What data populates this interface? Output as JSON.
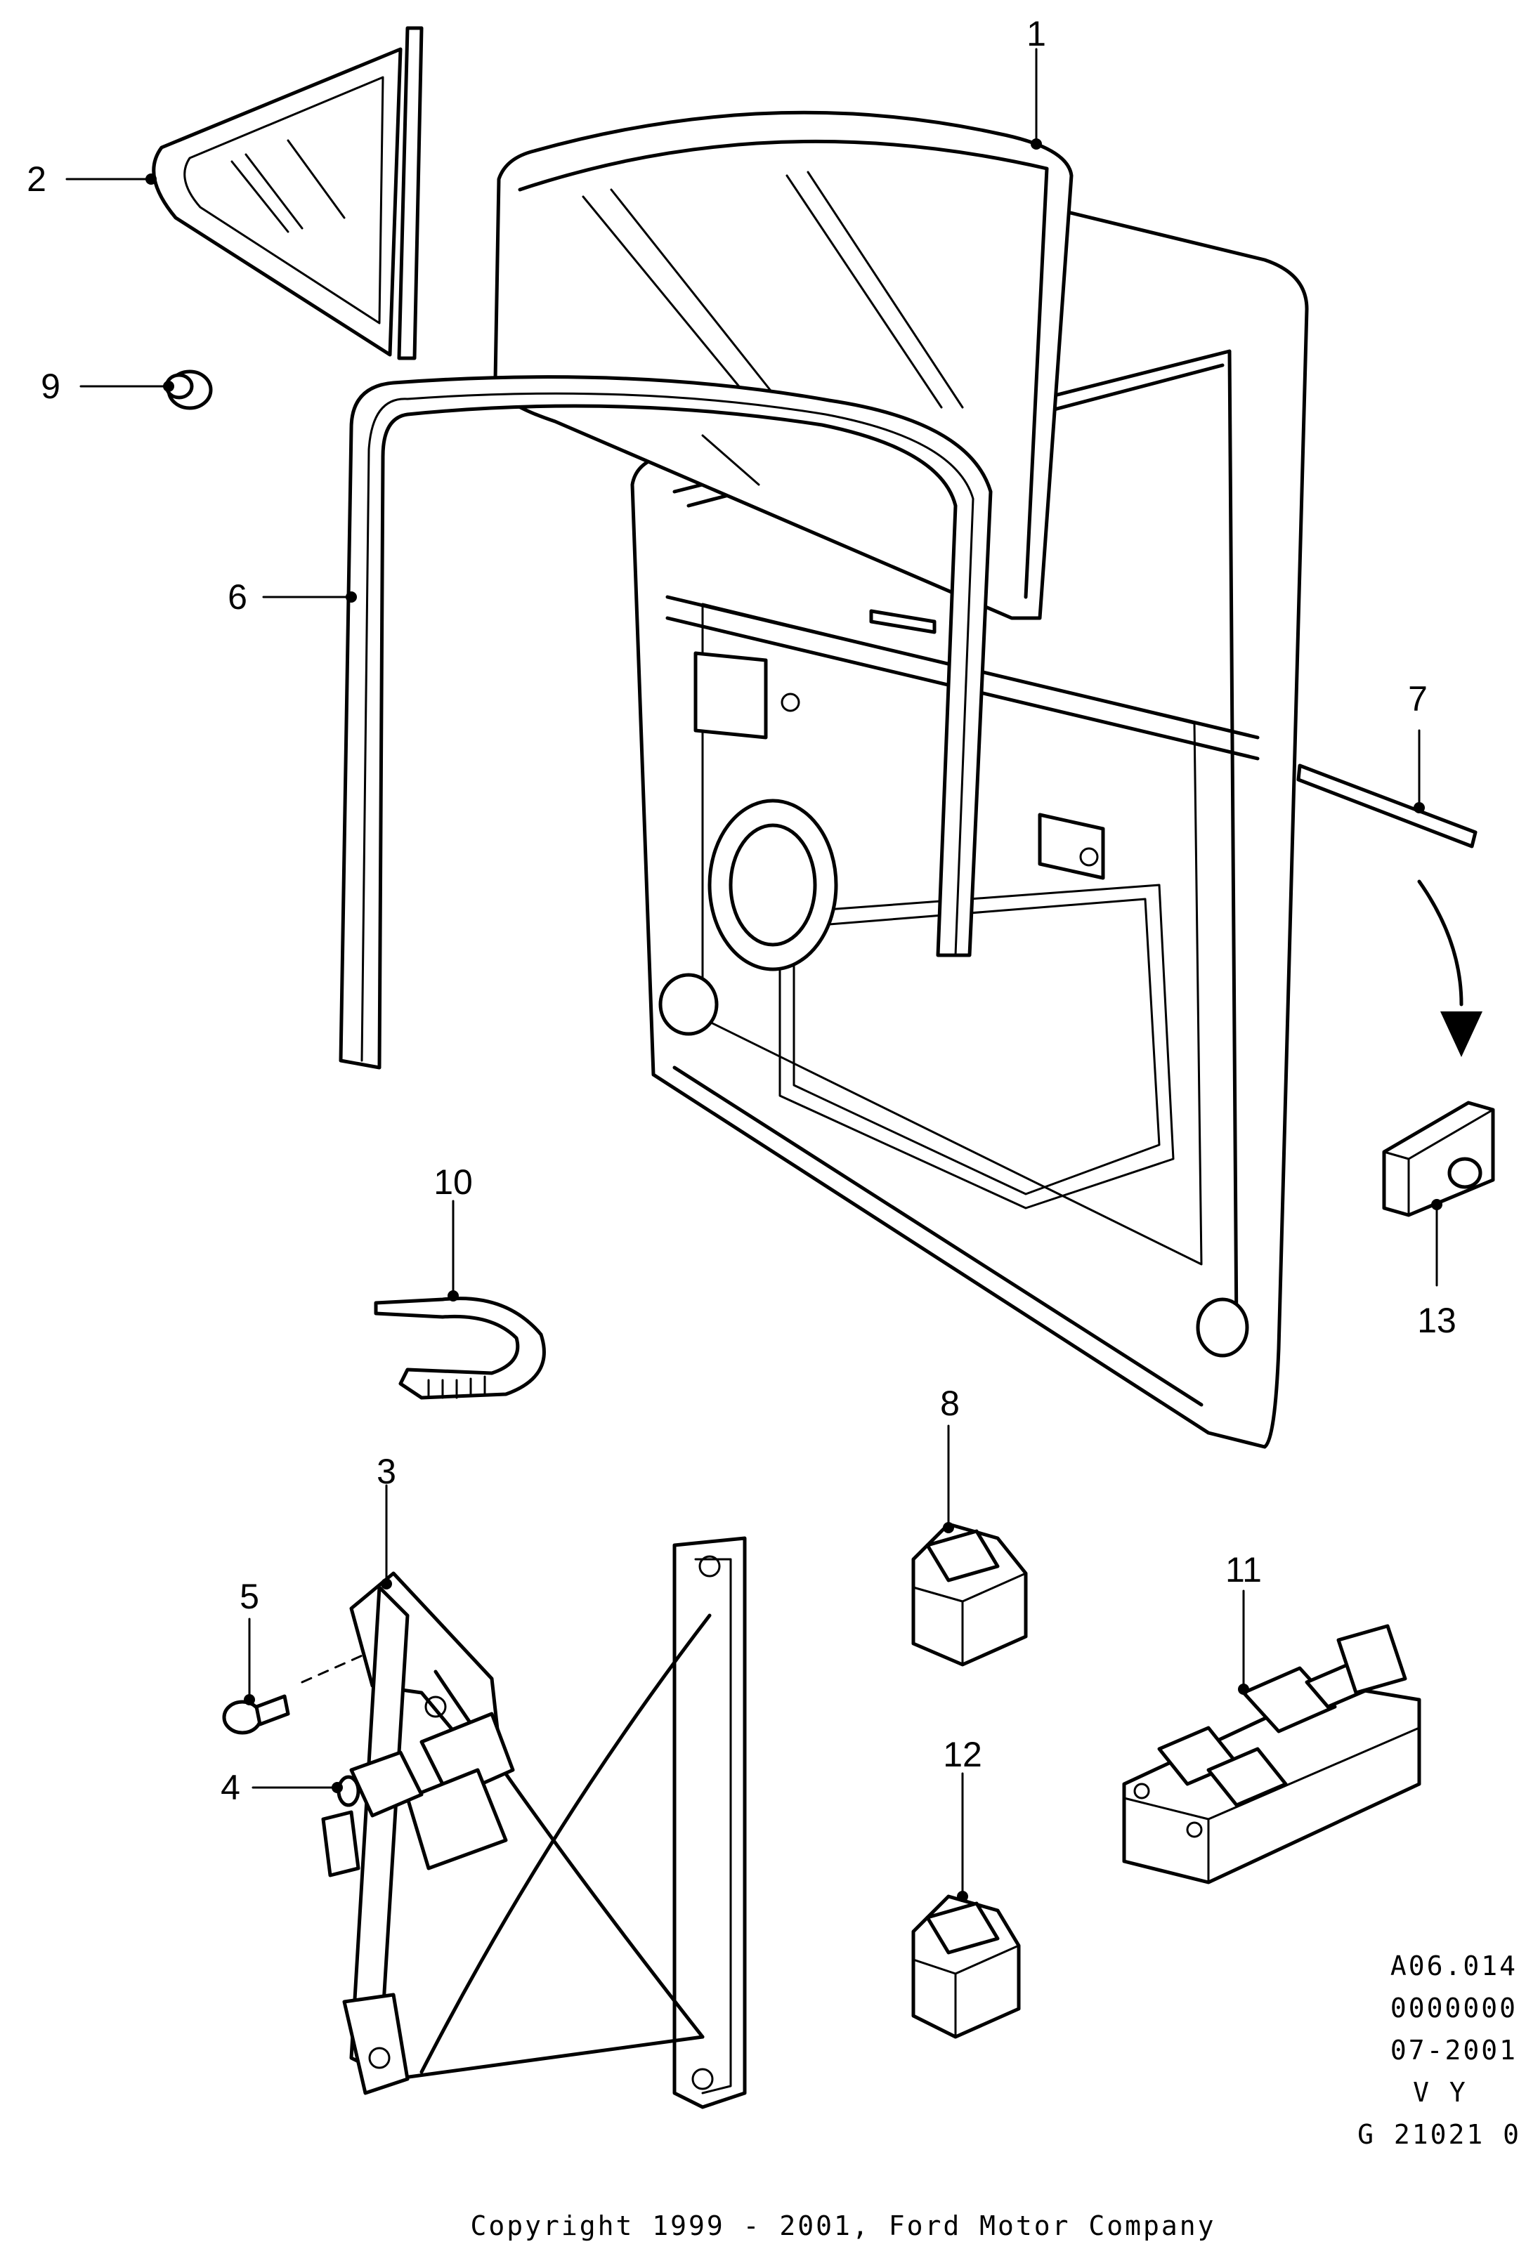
{
  "callouts": [
    {
      "id": "1",
      "label": "1"
    },
    {
      "id": "2",
      "label": "2"
    },
    {
      "id": "3",
      "label": "3"
    },
    {
      "id": "4",
      "label": "4"
    },
    {
      "id": "5",
      "label": "5"
    },
    {
      "id": "6",
      "label": "6"
    },
    {
      "id": "7",
      "label": "7"
    },
    {
      "id": "8",
      "label": "8"
    },
    {
      "id": "9",
      "label": "9"
    },
    {
      "id": "10",
      "label": "10"
    },
    {
      "id": "11",
      "label": "11"
    },
    {
      "id": "12",
      "label": "12"
    },
    {
      "id": "13",
      "label": "13"
    }
  ],
  "meta_block": {
    "line1": "A06.014",
    "line2": "0000000",
    "line3": "07-2001",
    "line4": "V Y",
    "line5": "G 21021 0"
  },
  "copyright": "Copyright 1999 - 2001, Ford Motor Company"
}
